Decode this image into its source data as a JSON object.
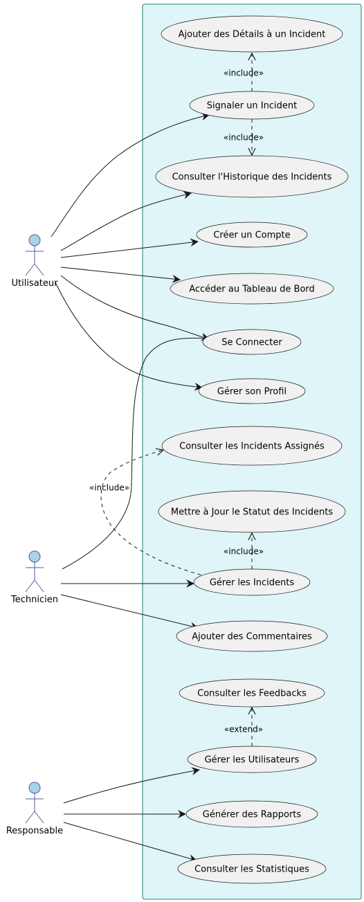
{
  "colors": {
    "system_fill": "#dff5f8",
    "system_stroke": "#1c7f7a",
    "usecase_fill": "#f1f1f1",
    "usecase_stroke": "#181818",
    "actor_fill": "#a9d3e6",
    "actor_stroke": "#5a5a9e",
    "edge": "#181818"
  },
  "actors": [
    {
      "id": "utilisateur",
      "label": "Utilisateur"
    },
    {
      "id": "technicien",
      "label": "Technicien"
    },
    {
      "id": "responsable",
      "label": "Responsable"
    }
  ],
  "usecases": [
    {
      "id": "ajouter-details",
      "label": "Ajouter des Détails à un Incident"
    },
    {
      "id": "signaler",
      "label": "Signaler un Incident"
    },
    {
      "id": "historique",
      "label": "Consulter l'Historique des Incidents"
    },
    {
      "id": "creer-compte",
      "label": "Créer un Compte"
    },
    {
      "id": "tableau-bord",
      "label": "Accéder au Tableau de Bord"
    },
    {
      "id": "connecter",
      "label": "Se Connecter"
    },
    {
      "id": "profil",
      "label": "Gérer son Profil"
    },
    {
      "id": "incidents-assignes",
      "label": "Consulter les Incidents Assignés"
    },
    {
      "id": "mettre-a-jour",
      "label": "Mettre à Jour le Statut des Incidents"
    },
    {
      "id": "gerer-incidents",
      "label": "Gérer les Incidents"
    },
    {
      "id": "commentaires",
      "label": "Ajouter des Commentaires"
    },
    {
      "id": "feedbacks",
      "label": "Consulter les Feedbacks"
    },
    {
      "id": "gerer-utilisateurs",
      "label": "Gérer les Utilisateurs"
    },
    {
      "id": "rapports",
      "label": "Générer des Rapports"
    },
    {
      "id": "statistiques",
      "label": "Consulter les Statistiques"
    }
  ],
  "relations": [
    {
      "from": "utilisateur",
      "to": "signaler",
      "kind": "association"
    },
    {
      "from": "utilisateur",
      "to": "historique",
      "kind": "association"
    },
    {
      "from": "utilisateur",
      "to": "creer-compte",
      "kind": "association"
    },
    {
      "from": "utilisateur",
      "to": "tableau-bord",
      "kind": "association"
    },
    {
      "from": "utilisateur",
      "to": "connecter",
      "kind": "association"
    },
    {
      "from": "utilisateur",
      "to": "profil",
      "kind": "association"
    },
    {
      "from": "technicien",
      "to": "connecter",
      "kind": "association"
    },
    {
      "from": "technicien",
      "to": "gerer-incidents",
      "kind": "association"
    },
    {
      "from": "technicien",
      "to": "commentaires",
      "kind": "association"
    },
    {
      "from": "responsable",
      "to": "gerer-utilisateurs",
      "kind": "association"
    },
    {
      "from": "responsable",
      "to": "rapports",
      "kind": "association"
    },
    {
      "from": "responsable",
      "to": "statistiques",
      "kind": "association"
    },
    {
      "from": "signaler",
      "to": "ajouter-details",
      "kind": "dependency",
      "label": "«include»"
    },
    {
      "from": "signaler",
      "to": "historique",
      "kind": "dependency",
      "label": "«include»"
    },
    {
      "from": "gerer-incidents",
      "to": "incidents-assignes",
      "kind": "dependency",
      "label": "«include»"
    },
    {
      "from": "gerer-incidents",
      "to": "mettre-a-jour",
      "kind": "dependency",
      "label": "«include»"
    },
    {
      "from": "gerer-utilisateurs",
      "to": "feedbacks",
      "kind": "dependency",
      "label": "«extend»"
    }
  ]
}
